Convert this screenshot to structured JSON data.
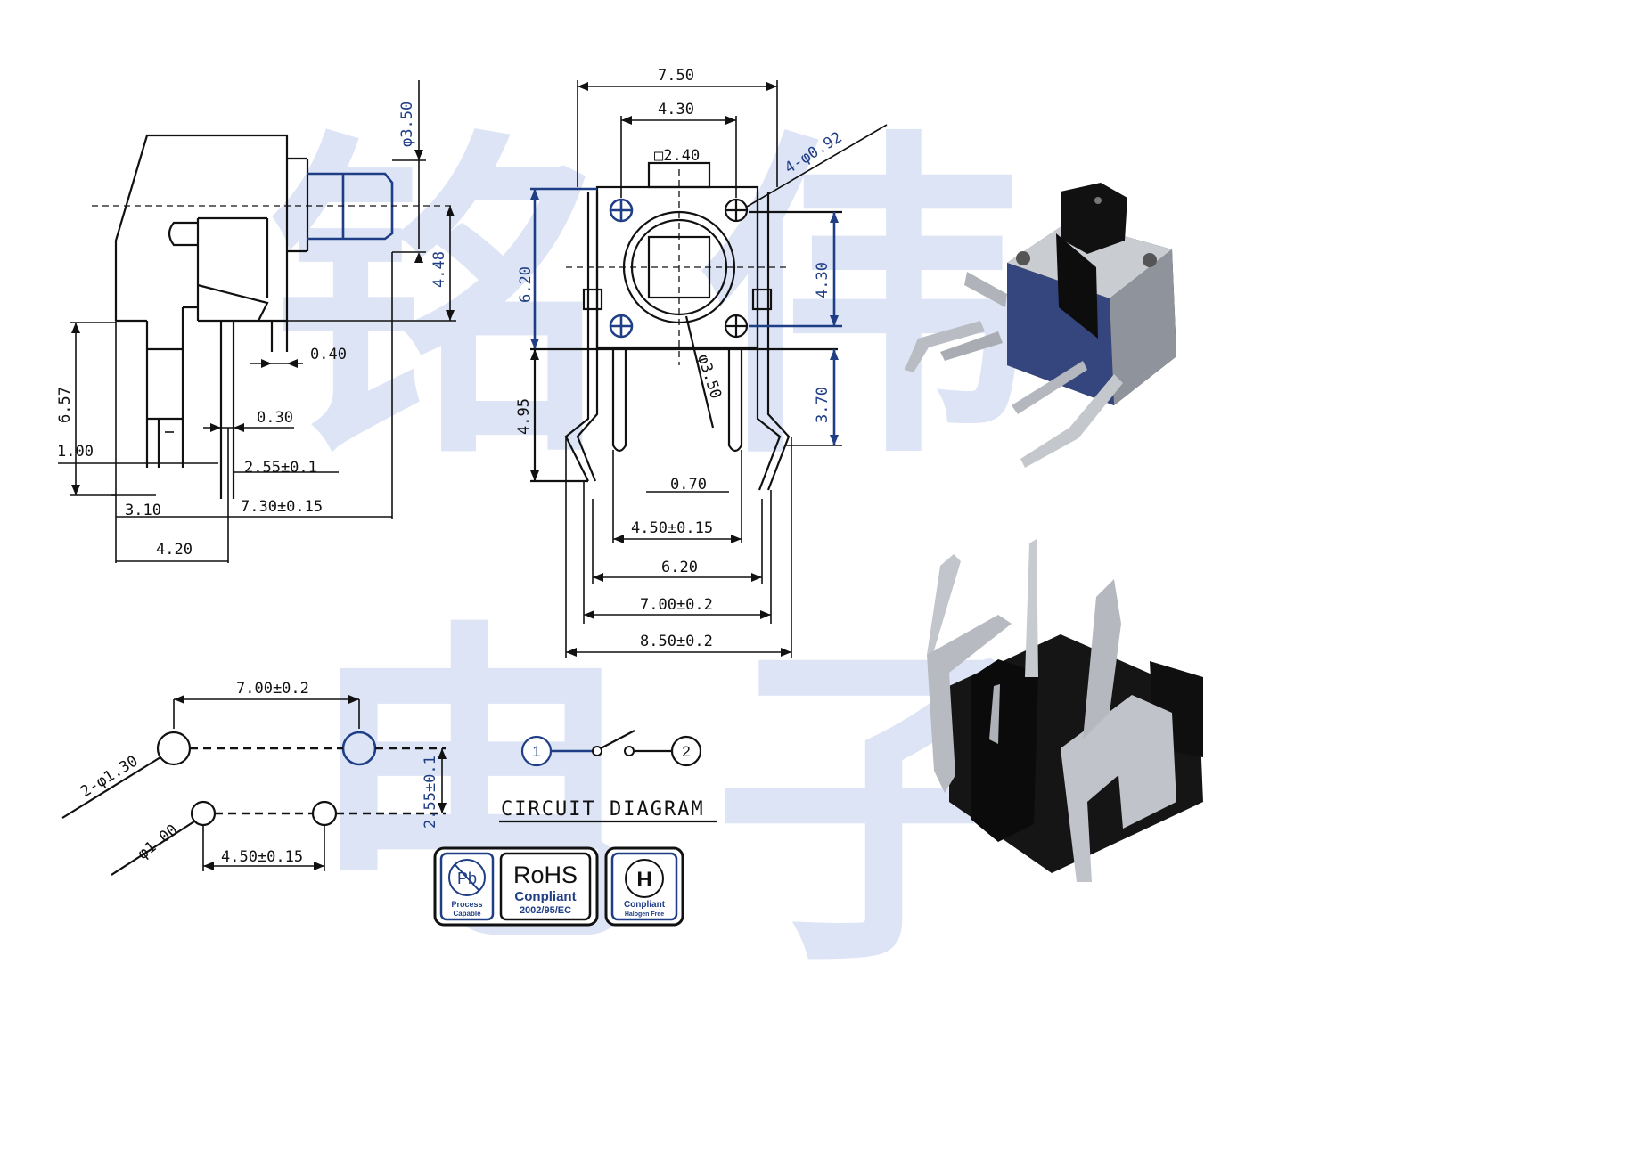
{
  "side_view": {
    "dims": [
      "φ3.50",
      "4.48",
      "0.40",
      "6.57",
      "0.30",
      "1.00",
      "2.55±0.1",
      "3.10",
      "7.30±0.15",
      "4.20"
    ]
  },
  "front_view": {
    "dims": [
      "7.50",
      "4.30",
      "□2.40",
      "4-φ0.92",
      "6.20",
      "4.30",
      "φ3.50",
      "4.95",
      "3.70",
      "0.70",
      "4.50±0.15",
      "6.20",
      "7.00±0.2",
      "8.50±0.2"
    ]
  },
  "pcb_layout": {
    "dims": [
      "7.00±0.2",
      "2-φ1.30",
      "2.55±0.1",
      "φ1.00",
      "4.50±0.15"
    ]
  },
  "circuit": {
    "pin1": "1",
    "pin2": "2",
    "title": "CIRCUIT DIAGRAM"
  },
  "badges": {
    "pb_top": "Pb",
    "pb_l1": "Process",
    "pb_l2": "Capable",
    "rohs_top": "RoHS",
    "rohs_l1": "Conpliant",
    "rohs_l2": "2002/95/EC",
    "h_top": "H",
    "h_l1": "Conpliant",
    "h_l2": "Halogen Free"
  },
  "watermark": {
    "chars": [
      "铭",
      "伟",
      "电",
      "子"
    ]
  },
  "colors": {
    "accent": "#1f3e86",
    "line": "#111111",
    "watermark": "#aebfe8"
  }
}
